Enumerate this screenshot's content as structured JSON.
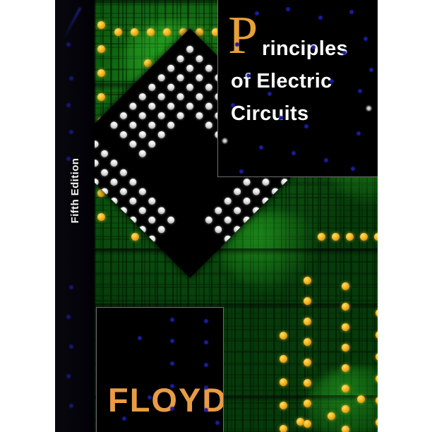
{
  "cover": {
    "title": {
      "drop_cap": "P",
      "line1": "rinciples",
      "line2": "of Electric",
      "line3": "Circuits"
    },
    "edition": "Fifth Edition",
    "author": "FLOYD",
    "colors": {
      "drop_cap": "#e8a13a",
      "author": "#e79c45",
      "title_text": "#ffffff",
      "panel_background": "#000000",
      "panel_border": "#6e6e6e",
      "board_green": "#0d5c10",
      "pad_gold": "#f5b720",
      "led_blue": "#1c1ca0",
      "solder_ball": "#dedede",
      "page_background": "#ffffff"
    }
  }
}
